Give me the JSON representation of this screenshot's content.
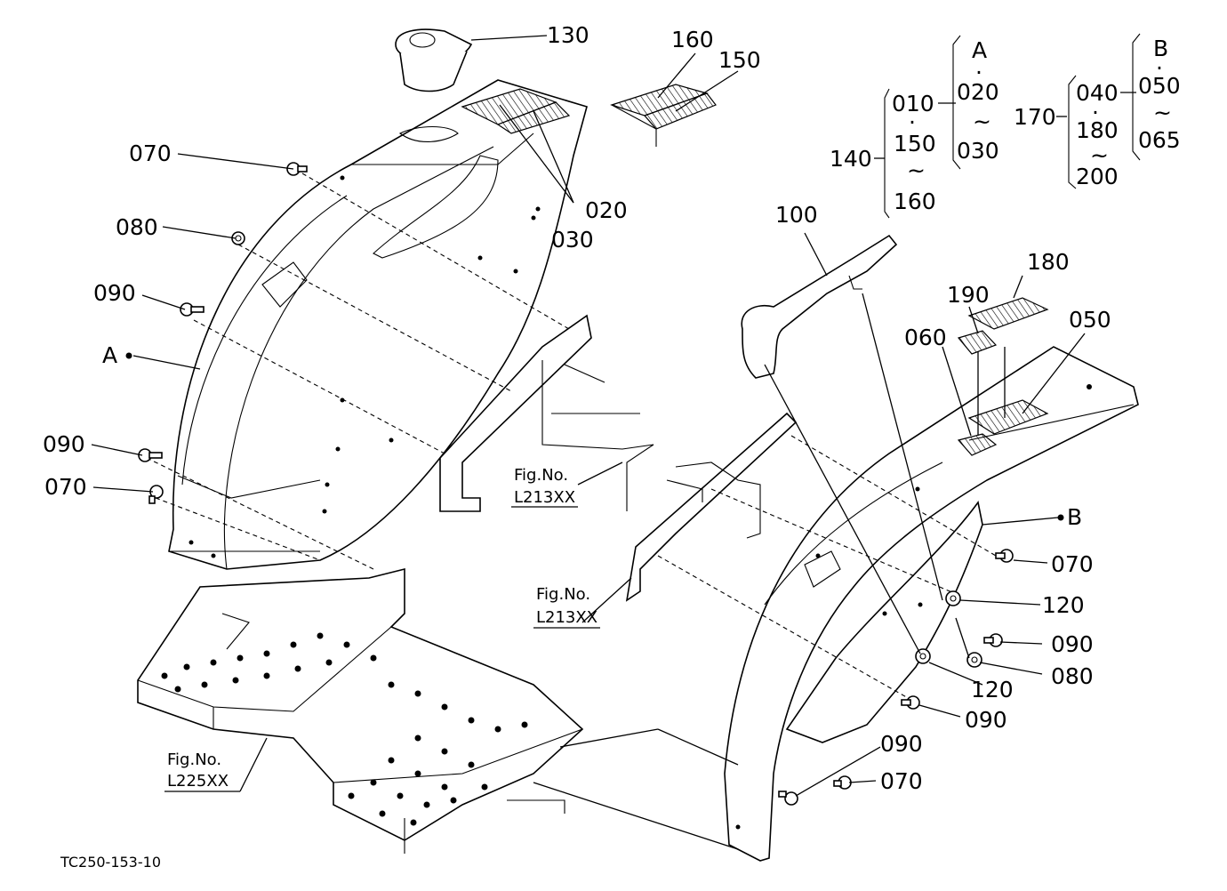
{
  "labels": {
    "p130": "130",
    "p160": "160",
    "p150": "150",
    "p070a": "070",
    "p080a": "080",
    "p090a": "090",
    "pA": "A",
    "p090b": "090",
    "p070b": "070",
    "p020": "020",
    "p030": "030",
    "p100": "100",
    "p180": "180",
    "p190": "190",
    "p060": "060",
    "p050": "050",
    "pB": "B",
    "p070c": "070",
    "p120a": "120",
    "p090c": "090",
    "p080b": "080",
    "p120b": "120",
    "p090d": "090",
    "p090e": "090",
    "p070d": "070"
  },
  "legend": {
    "g140": "140",
    "g140a": "010",
    "g140b": "150",
    "g140c": "160",
    "gA": "A",
    "gA1": "020",
    "gA2": "030",
    "g170": "170",
    "g170a": "040",
    "g170b": "180",
    "g170c": "200",
    "gB": "B",
    "gB1": "050",
    "gB2": "065",
    "dot": "·",
    "tilde": "~"
  },
  "refs": {
    "fig_prefix": "Fig.No.",
    "ref1": "L213XX",
    "ref2": "L213XX",
    "ref3": "L225XX"
  },
  "footer": {
    "code": "TC250-153-10"
  }
}
